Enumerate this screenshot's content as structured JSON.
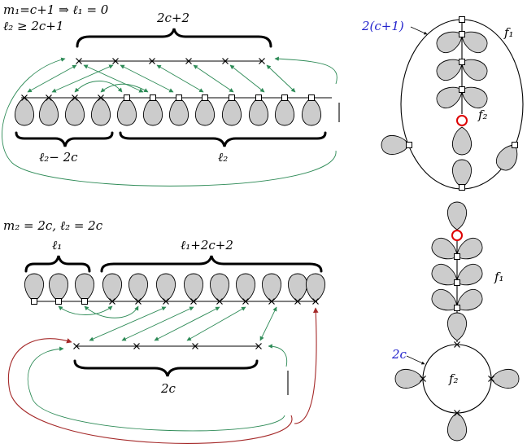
{
  "top_left": {
    "cond_line1": "m₁=c+1 ⇒ ℓ₁ = 0",
    "cond_line2": "ℓ₂ ≥ 2c+1",
    "brace_top": "2c+2",
    "brace_left": "ℓ₂− 2c",
    "brace_right": "ℓ₂"
  },
  "top_right": {
    "boundary_label": "2(c+1)",
    "face_outer": "f₁",
    "face_inner": "f₂"
  },
  "bottom_left": {
    "cond": "m₂ = 2c, ℓ₂ = 2c",
    "brace_left": "ℓ₁",
    "brace_right": "ℓ₁+2c+2",
    "brace_bottom": "2c"
  },
  "bottom_right": {
    "boundary_label": "2c",
    "face_outer": "f₁",
    "face_inner": "f₂"
  },
  "colors": {
    "green_arrow": "#2e8b57",
    "red_arrow": "#a52a2a",
    "blue_label": "#2222cc",
    "petal_fill": "#cccccc",
    "red_circle": "#dd0000"
  }
}
